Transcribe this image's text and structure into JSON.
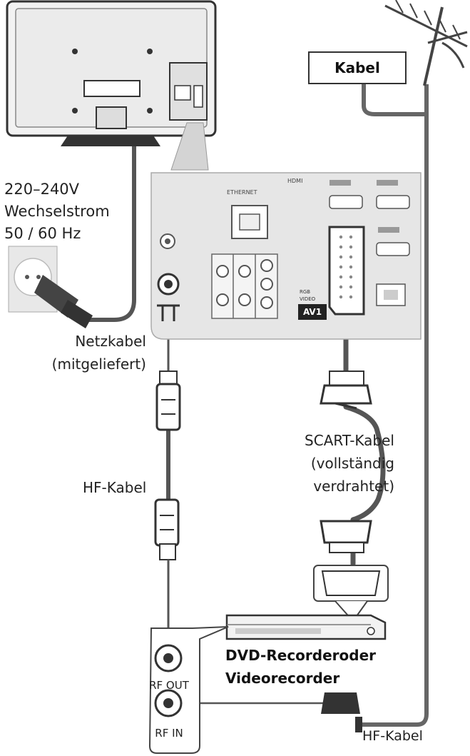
{
  "power": {
    "voltage": "220–240V",
    "current_type": "Wechselstrom",
    "frequency": "50 / 60 Hz"
  },
  "antenna": {
    "label": "Kabel"
  },
  "power_cable": {
    "line1": "Netzkabel",
    "line2": "(mitgeliefert)"
  },
  "rf_cable_top": {
    "label": "HF-Kabel"
  },
  "rf_cable_bottom": {
    "label": "HF-Kabel"
  },
  "scart_cable": {
    "line1": "SCART-Kabel",
    "line2": "(vollständig",
    "line3": "verdrahtet)"
  },
  "recorder": {
    "line1": "DVD-Recorderoder",
    "line2": "Videorecorder"
  },
  "ports": {
    "rf_out": "RF OUT",
    "rf_in": "RF IN",
    "av1": "AV1",
    "hdmi": "HDMI",
    "ethernet": "ETHERNET",
    "rgb": "RGB",
    "video": "VIDEO"
  },
  "colors": {
    "line": "#555555",
    "panel": "#e6e6e6",
    "dark": "#2a2a2a"
  }
}
